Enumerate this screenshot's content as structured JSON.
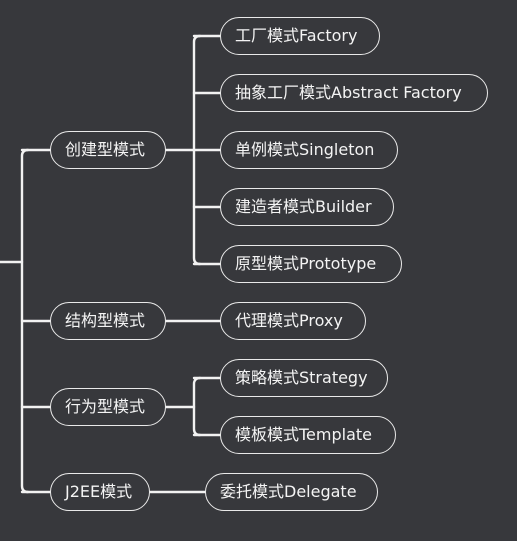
{
  "categories": [
    {
      "label": "创建型模式",
      "patterns": [
        "工厂模式Factory",
        "抽象工厂模式Abstract Factory",
        "单例模式Singleton",
        "建造者模式Builder",
        "原型模式Prototype"
      ]
    },
    {
      "label": "结构型模式",
      "patterns": [
        "代理模式Proxy"
      ]
    },
    {
      "label": "行为型模式",
      "patterns": [
        "策略模式Strategy",
        "模板模式Template"
      ]
    },
    {
      "label": "J2EE模式",
      "patterns": [
        "委托模式Delegate"
      ]
    }
  ]
}
